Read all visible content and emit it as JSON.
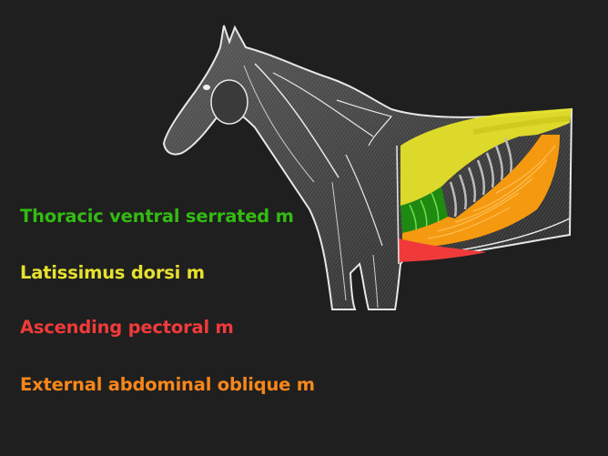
{
  "diagram": {
    "subject": "Horse musculature, lateral view",
    "background_color": "#1f1f1f",
    "outline_color": "#e8e8e8",
    "regions": [
      {
        "name": "latissimus-dorsi",
        "color": "#e6e22a"
      },
      {
        "name": "thoracic-ventral-serrated",
        "color": "#1f8a12"
      },
      {
        "name": "ascending-pectoral",
        "color": "#f03a3a"
      },
      {
        "name": "external-abdominal-oblique",
        "color": "#f59a10"
      }
    ]
  },
  "legend": {
    "items": [
      {
        "label": "Thoracic ventral serrated m",
        "color": "#33bb11"
      },
      {
        "label": "Latissimus dorsi m",
        "color": "#e6e12e"
      },
      {
        "label": "Ascending pectoral m",
        "color": "#f03a3a"
      },
      {
        "label": "External abdominal oblique m",
        "color": "#f7861a"
      }
    ]
  }
}
